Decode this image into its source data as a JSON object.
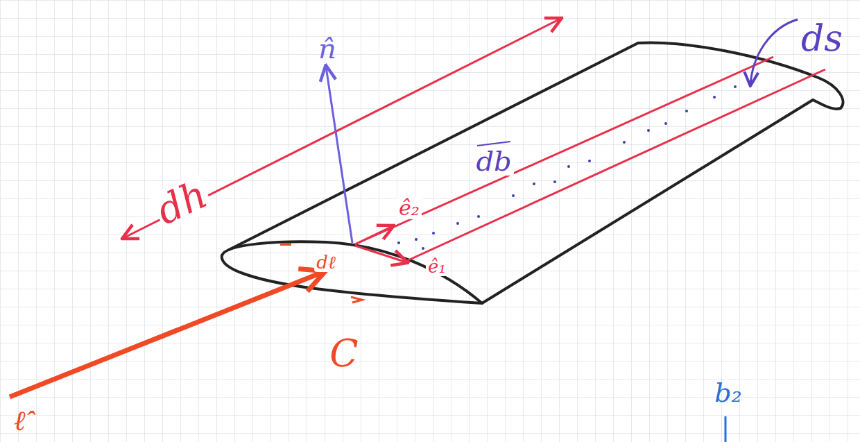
{
  "diagram": {
    "labels": [
      "n̂",
      "dh",
      "ds",
      "db",
      "ê₂",
      "ê₁",
      "dℓ",
      "C",
      "b₂",
      "ℓ̂"
    ]
  }
}
